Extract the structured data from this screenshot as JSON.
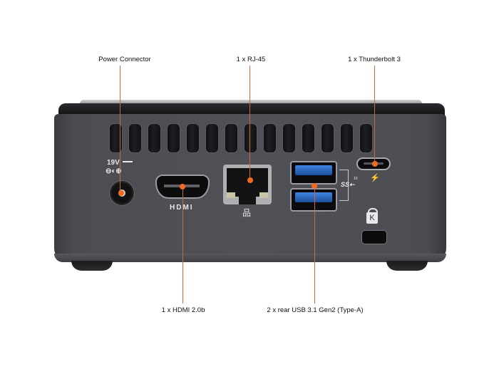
{
  "callouts": {
    "power": "Power Connector",
    "rj45": "1 x RJ-45",
    "thunderbolt": "1 x Thunderbolt 3",
    "hdmi": "1 x HDMI 2.0b",
    "usb": "2 x rear USB 3.1 Gen2 (Type-A)"
  },
  "device_markings": {
    "voltage": "19V",
    "polarity": "⊖◐⊕",
    "hdmi_logo": "HDMI",
    "ethernet_symbol": "品",
    "usb_logo": "SS⇠",
    "usb_speed": "10",
    "thunderbolt_symbol": "⚡",
    "lock_symbol": "K"
  },
  "colors": {
    "leader": "#c8693a",
    "dot": "#f06a22",
    "chassis": "#4d4e53",
    "usb_blue": "#2f6fc9"
  }
}
